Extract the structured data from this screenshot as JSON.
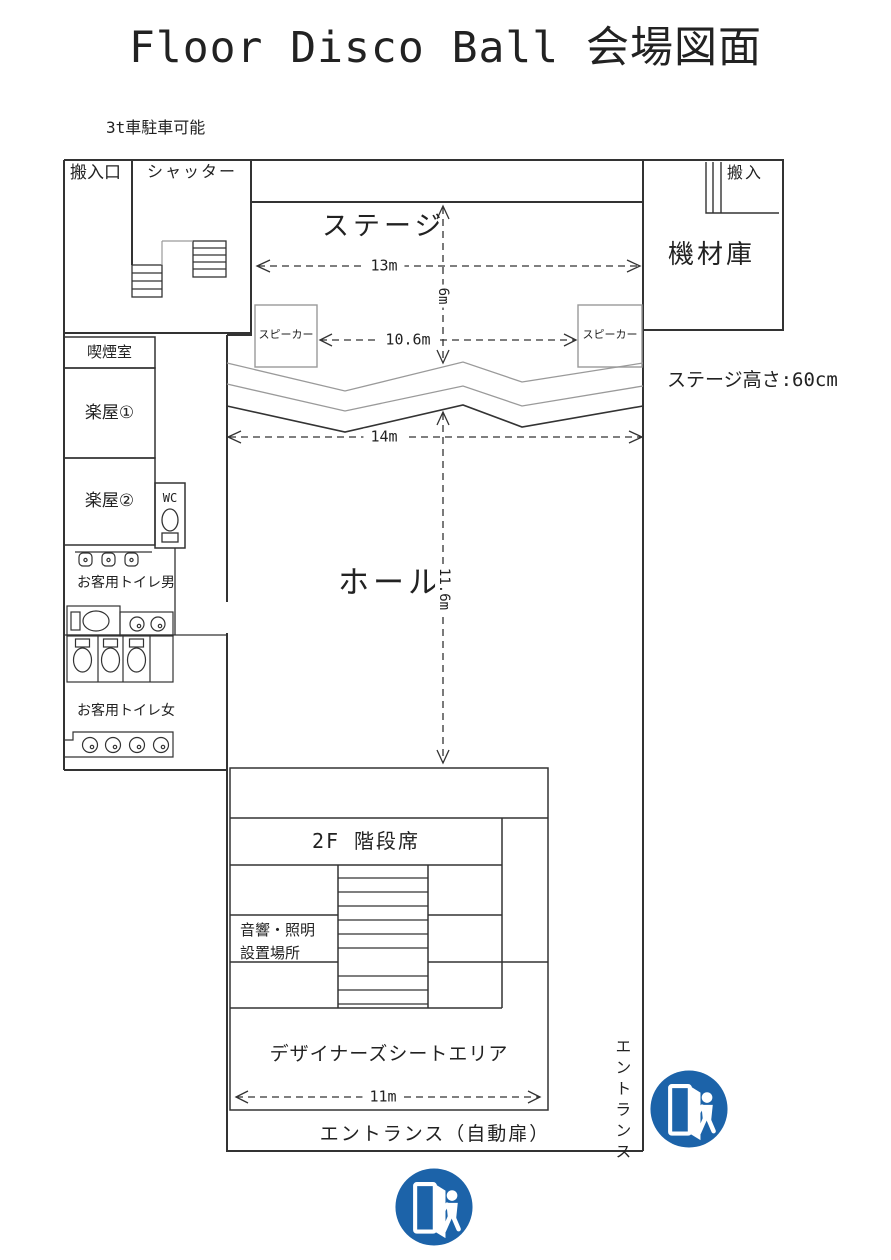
{
  "title": "Floor Disco Ball 会場図面",
  "notes": {
    "parking": "3t車駐車可能",
    "stage_height": "ステージ高さ:60cm"
  },
  "rooms": {
    "loading_entrance": "搬入口",
    "shutter": "シャッター",
    "stage": "ステージ",
    "carry_in": "搬入",
    "equipment_storage": "機材庫",
    "speaker_left": "スピーカー",
    "speaker_right": "スピーカー",
    "smoking_room": "喫煙室",
    "dressing_room_1": "楽屋①",
    "dressing_room_2": "楽屋②",
    "wc": "WC",
    "toilet_men": "お客用トイレ男",
    "toilet_women": "お客用トイレ女",
    "hall": "ホール",
    "second_floor_seating": "2F 階段席",
    "av_setup_line1": "音響・照明",
    "av_setup_line2": "設置場所",
    "designers_seat_area": "デザイナーズシートエリア",
    "entrance_auto_door": "エントランス（自動扉）",
    "entrance_side": "エントランス"
  },
  "dimensions": {
    "stage_width": "13m",
    "stage_depth": "6m",
    "speaker_span": "10.6m",
    "hall_width": "14m",
    "hall_depth": "11.6m",
    "designer_area_width": "11m"
  },
  "icons": {
    "exit_icon": "door-exit-walking-person"
  },
  "colors": {
    "wall_line": "#333333",
    "light_line": "#9a9a9a",
    "exit_icon_blue": "#1c63a9"
  }
}
